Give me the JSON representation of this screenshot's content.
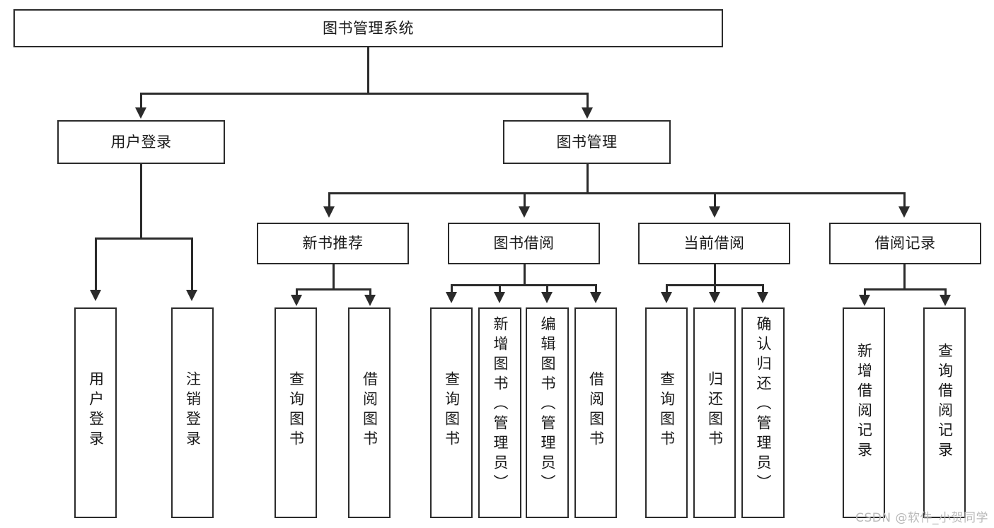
{
  "diagram": {
    "type": "tree",
    "title": "图书管理系统",
    "root": {
      "label": "图书管理系统"
    },
    "level1": [
      {
        "label": "用户登录"
      },
      {
        "label": "图书管理"
      }
    ],
    "level2": [
      {
        "label": "新书推荐"
      },
      {
        "label": "图书借阅"
      },
      {
        "label": "当前借阅"
      },
      {
        "label": "借阅记录"
      }
    ],
    "leaves": {
      "user_login": [
        {
          "label": "用户登录"
        },
        {
          "label": "注销登录"
        }
      ],
      "new_book_recommend": [
        {
          "label": "查询图书"
        },
        {
          "label": "借阅图书"
        }
      ],
      "book_borrow": [
        {
          "label": "查询图书"
        },
        {
          "label": "新增图书（管理员）"
        },
        {
          "label": "编辑图书（管理员）"
        },
        {
          "label": "借阅图书"
        }
      ],
      "current_borrow": [
        {
          "label": "查询图书"
        },
        {
          "label": "归还图书"
        },
        {
          "label": "确认归还（管理员）"
        }
      ],
      "borrow_record": [
        {
          "label": "新增借阅记录"
        },
        {
          "label": "查询借阅记录"
        }
      ]
    }
  },
  "watermark": {
    "text": "CSDN @软件_小贺同学"
  },
  "colors": {
    "stroke": "#2b2b2b",
    "fill": "#ffffff",
    "text": "#1a1a1a",
    "watermark": "#b9b9b9"
  }
}
